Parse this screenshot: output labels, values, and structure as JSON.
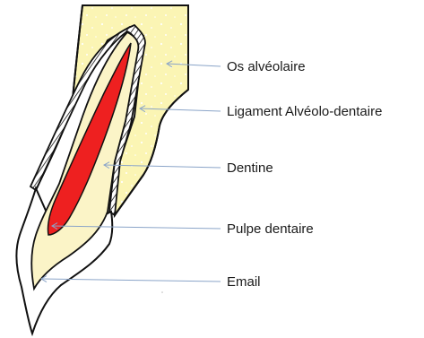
{
  "diagram": {
    "labels": {
      "bone": "Os alvéolaire",
      "ligament": "Ligament Alvéolo-dentaire",
      "dentine": "Dentine",
      "pulp": "Pulpe dentaire",
      "enamel": "Email"
    },
    "colors": {
      "bone": "#fbf5b4",
      "dentine": "#fbf4c7",
      "enamel": "#ffffff",
      "pulp": "#ee2020",
      "outline": "#111111",
      "leader": "#8aa4c8"
    }
  }
}
